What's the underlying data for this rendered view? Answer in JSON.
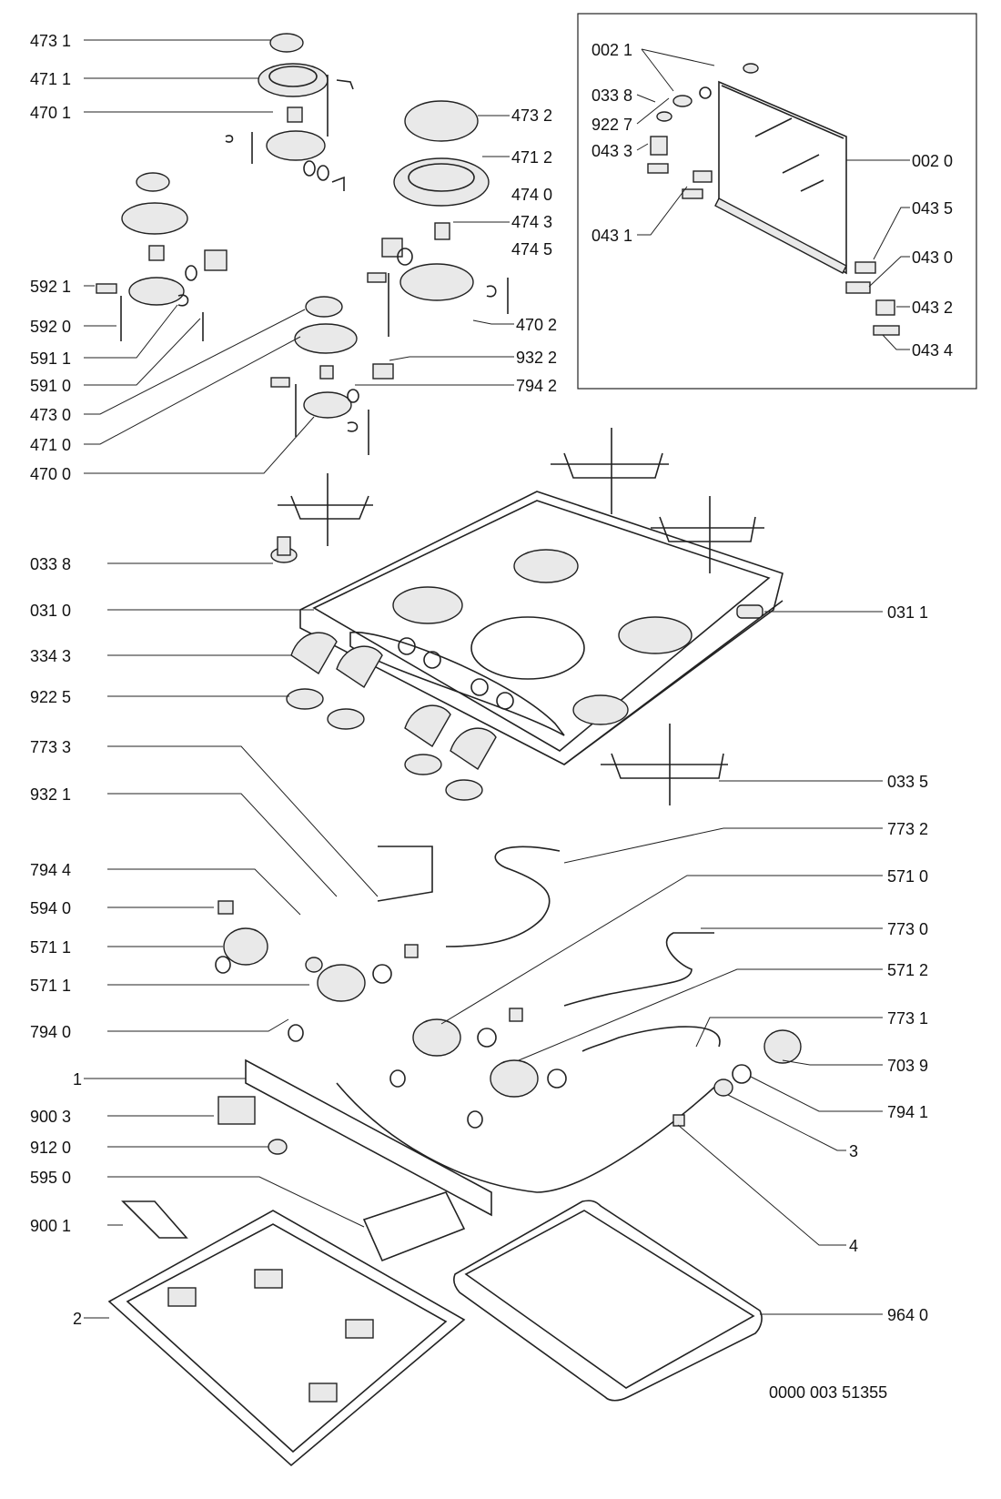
{
  "diagram_code": "0000 003 51355",
  "callouts": {
    "c1": "473 1",
    "c2": "471 1",
    "c3": "470 1",
    "c4": "473 2",
    "c5": "471 2",
    "c6": "474 0",
    "c7": "474 3",
    "c8": "474 5",
    "c9": "592 1",
    "c10": "592 0",
    "c11": "591 1",
    "c12": "591 0",
    "c13": "473 0",
    "c14": "471 0",
    "c15": "470 0",
    "c16": "470 2",
    "c17": "932 2",
    "c18": "794 2",
    "c19": "002 1",
    "c20": "033 8",
    "c21": "922 7",
    "c22": "043 3",
    "c23": "043 1",
    "c24": "002 0",
    "c25": "043 5",
    "c26": "043 0",
    "c27": "043 2",
    "c28": "043 4",
    "c29": "033 8",
    "c30": "031 0",
    "c31": "031 1",
    "c32": "334 3",
    "c33": "922 5",
    "c34": "773 3",
    "c35": "033 5",
    "c36": "932 1",
    "c37": "773 2",
    "c38": "794 4",
    "c39": "571 0",
    "c40": "594 0",
    "c41": "773 0",
    "c42": "571 1",
    "c43": "571 1",
    "c44": "571 2",
    "c45": "794 0",
    "c46": "773 1",
    "c47": "1",
    "c48": "703 9",
    "c49": "900 3",
    "c50": "794 1",
    "c51": "912 0",
    "c52": "3",
    "c53": "595 0",
    "c54": "900 1",
    "c55": "4",
    "c56": "2",
    "c57": "964 0"
  }
}
